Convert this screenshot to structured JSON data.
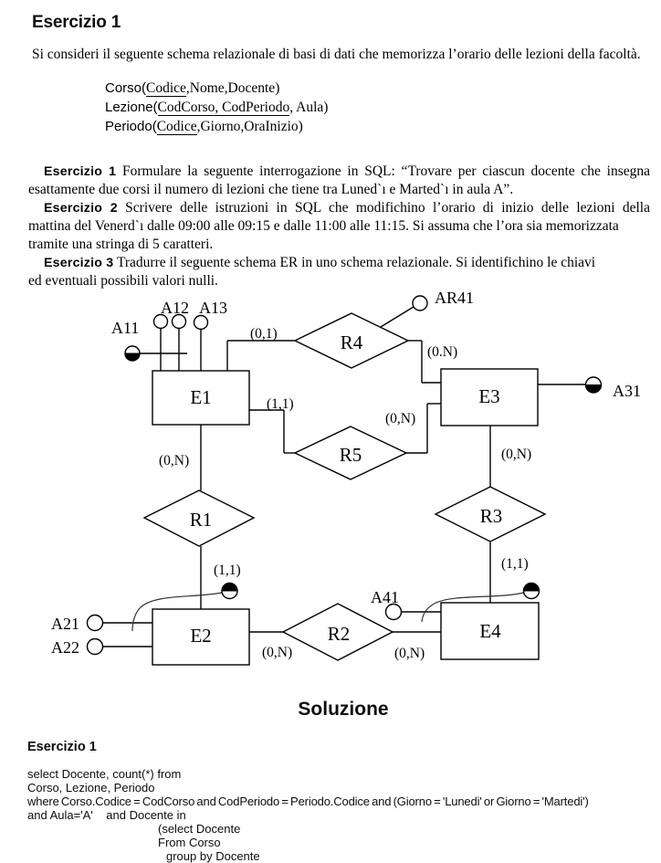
{
  "page": {
    "title": "Esercizio 1",
    "intro": "Si consideri il seguente schema relazionale di basi di dati che memorizza l’orario delle lezioni della facoltà.",
    "schema": {
      "lines": [
        {
          "prefix": "Corso(",
          "key": "Codice",
          "rest": ",Nome,Docente)"
        },
        {
          "prefix": "Lezione(",
          "key": "CodCorso, CodPeriodo",
          "rest": ", Aula)"
        },
        {
          "prefix": "Periodo(",
          "key": "Codice",
          "rest": ",Giorno,OraInizio)"
        }
      ]
    },
    "exercises": {
      "p1": {
        "label": "Esercizio 1",
        "l1": "Formulare la seguente interrogazione in SQL: “Trovare per ciascun docente che insegna",
        "l2": "esattamente due corsi il numero di lezioni che tiene tra Luned`ı e Marted`ı in aula A”."
      },
      "p2": {
        "label": "Esercizio 2",
        "l1": "Scrivere delle istruzioni in SQL che modifichino l’orario di inizio delle lezioni della",
        "l2": "mattina del Venerd`ı dalle 09:00 alle 09:15 e dalle 11:00 alle 11:15. Si assuma che l’ora sia memorizzata",
        "l3": "tramite una stringa di 5 caratteri."
      },
      "p3": {
        "label": "Esercizio 3",
        "l1": "Tradurre il seguente schema ER in uno schema relazionale. Si identifichino  le chiavi",
        "l2": "ed eventuali possibili valori nulli."
      }
    }
  },
  "diagram": {
    "entity_labels": {
      "e1": "E1",
      "e2": "E2",
      "e3": "E3",
      "e4": "E4"
    },
    "relationship_labels": {
      "r1": "R1",
      "r2": "R2",
      "r3": "R3",
      "r4": "R4",
      "r5": "R5"
    },
    "attribute_labels": {
      "a11": "A11",
      "a12": "A12",
      "a13": "A13",
      "ar41": "AR41",
      "a31": "A31",
      "a21": "A21",
      "a22": "A22",
      "a41": "A41"
    },
    "cardinalities": {
      "e1_r4": "(0,1)",
      "e3_r4": "(0.N)",
      "e1_r5": "(1,1)",
      "e3_r5": "(0,N)",
      "e1_r1": "(0,N)",
      "e2_r1": "(1,1)",
      "e3_r3": "(0,N)",
      "e4_r3": "(1,1)",
      "e2_r2": "(0,N)",
      "e4_r2": "(0,N)"
    }
  },
  "solution": {
    "heading": "Soluzione",
    "subheading": "Esercizio 1",
    "sql_lines": [
      "select Docente, count(*) from",
      "Corso, Lezione, Periodo",
      "where Corso.Codice = CodCorso and CodPeriodo = Periodo.Codice and (Giorno = 'Lunedi' or Giorno = 'Martedi')",
      "and Aula='A'    and Docente in",
      "(select Docente",
      "From Corso",
      "group by Docente"
    ]
  }
}
